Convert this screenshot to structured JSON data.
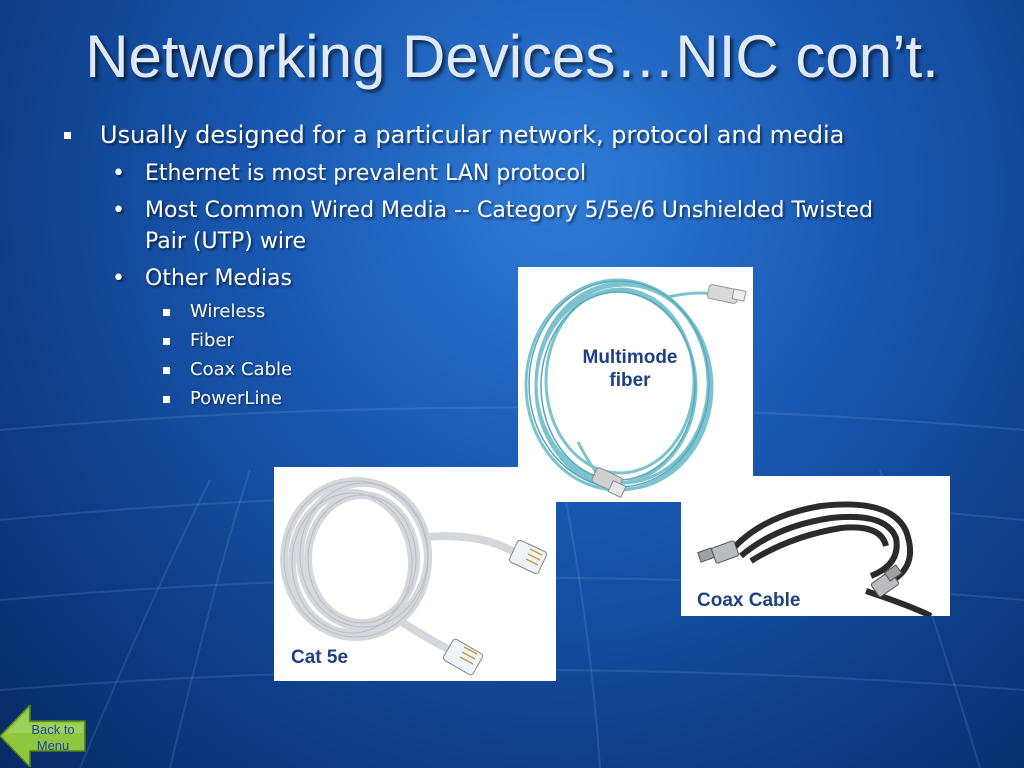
{
  "slide": {
    "title": "Networking Devices…NIC con’t.",
    "bullets": {
      "main": "Usually designed for a particular network, protocol and media",
      "sub": [
        "Ethernet is most prevalent LAN protocol",
        "Most Common Wired Media -- Category 5/5e/6 Unshielded Twisted Pair (UTP) wire",
        "Other Medias"
      ],
      "subsub": [
        "Wireless",
        "Fiber",
        "Coax Cable",
        "PowerLine"
      ]
    },
    "images": {
      "fiber_caption_line1": "Multimode",
      "fiber_caption_line2": "fiber",
      "cat5e_caption": "Cat 5e",
      "coax_caption": "Coax Cable"
    },
    "nav": {
      "back_line1": "Back to",
      "back_line2": "Menu"
    },
    "colors": {
      "background_top": "#2f7bd6",
      "background_bottom": "#082a63",
      "title": "#dfe9f7",
      "caption": "#1f3f86",
      "back_button": "#8ec63f"
    }
  }
}
